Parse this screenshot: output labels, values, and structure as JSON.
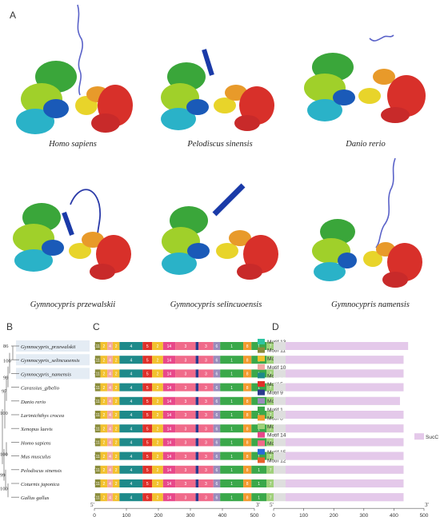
{
  "panel_labels": {
    "a": "A",
    "b": "B",
    "c": "C",
    "d": "D"
  },
  "species_structures": [
    {
      "name": "Homo sapiens"
    },
    {
      "name": "Pelodiscus sinensis"
    },
    {
      "name": "Danio rerio"
    },
    {
      "name": "Gymnocypris przewalskii"
    },
    {
      "name": "Gymnocypris selincuoensis"
    },
    {
      "name": "Gymnocypris namensis"
    }
  ],
  "chart_data": [
    {
      "type": "tree",
      "taxa": [
        "Gymnocypris_przewalskii",
        "Gymnocypris_selincuoensis",
        "Gymnocypris_namensis",
        "Carassius_gibelio",
        "Danio rerio",
        "Larimichthys crocea",
        "Xenopus laevis",
        "Homo sapiens",
        "Mus musculus",
        "Pelodiscus sinensis",
        "Coturnix japonica",
        "Gallus gallus"
      ],
      "bootstrap": [
        "86",
        "100",
        "99",
        "97",
        "100",
        "100",
        "99",
        "100"
      ]
    },
    {
      "type": "bar",
      "title": "",
      "xlabel_left": "5'",
      "xlabel_right": "3'",
      "xticks": [
        0,
        100,
        200,
        300,
        400,
        500
      ],
      "xlim": [
        0,
        500
      ],
      "legend": [
        {
          "name": "Motif 13",
          "color": "#2ec4a0"
        },
        {
          "name": "Motif 11",
          "color": "#8a8c3a"
        },
        {
          "name": "Motif 2",
          "color": "#f2c12e"
        },
        {
          "name": "Motif 10",
          "color": "#f4a7a0"
        },
        {
          "name": "Motif 4",
          "color": "#1e8a8a"
        },
        {
          "name": "Motif 5",
          "color": "#e0302a"
        },
        {
          "name": "Motif 9",
          "color": "#2a3a8c"
        },
        {
          "name": "Motif 6",
          "color": "#9a8cbc"
        },
        {
          "name": "Motif 1",
          "color": "#3aa84a"
        },
        {
          "name": "Motif 8",
          "color": "#f29a2e"
        },
        {
          "name": "Motif 7",
          "color": "#9fd07a"
        },
        {
          "name": "Motif 14",
          "color": "#e8488a"
        },
        {
          "name": "Motif 3",
          "color": "#f06a8a"
        },
        {
          "name": "Motif 15",
          "color": "#2a6ad8"
        },
        {
          "name": "Motif 12",
          "color": "#e8602a"
        }
      ],
      "sequence_length": [
        447,
        432,
        432,
        432,
        420,
        432,
        432,
        432,
        432,
        432,
        432,
        432
      ]
    },
    {
      "type": "bar",
      "title": "",
      "xlabel_left": "5'",
      "xlabel_right": "3'",
      "xticks": [
        0,
        100,
        200,
        300,
        400,
        500
      ],
      "xlim": [
        0,
        500
      ],
      "legend": [
        {
          "name": "SucC",
          "color": "#e4c9ea"
        }
      ],
      "sequence_length": [
        447,
        432,
        432,
        432,
        420,
        432,
        432,
        432,
        432,
        432,
        432,
        432
      ]
    }
  ]
}
